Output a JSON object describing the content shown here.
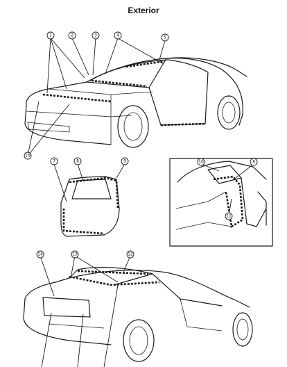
{
  "title": "Exterior",
  "callouts": [
    "1",
    "2",
    "3",
    "4",
    "5",
    "16",
    "7",
    "8",
    "9",
    "10",
    "8",
    "11",
    "14",
    "13",
    "12"
  ]
}
